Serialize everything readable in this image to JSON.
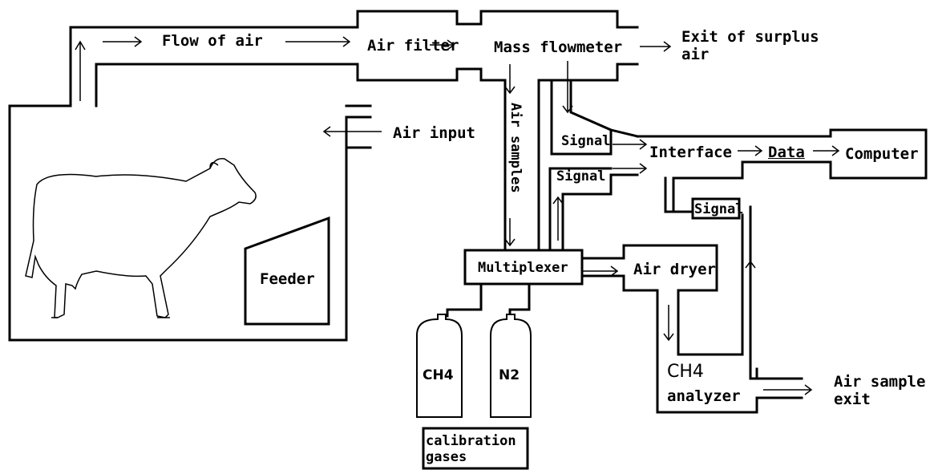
{
  "labels": {
    "flow_of_air": "Flow of air",
    "air_filter": "Air filter",
    "mass_flowmeter": "Mass flowmeter",
    "exit_surplus_1": "Exit of surplus",
    "exit_surplus_2": "air",
    "air_input": "Air input",
    "air_samples": "Air samples",
    "signal_1": "Signal",
    "signal_2": "Signal",
    "signal_3": "Signal",
    "interface": "Interface",
    "data": "Data",
    "computer": "Computer",
    "feeder": "Feeder",
    "multiplexer": "Multiplexer",
    "air_dryer": "Air dryer",
    "ch4_cylinder": "CH4",
    "n2_cylinder": "N2",
    "calibration_1": "calibration",
    "calibration_2": "gases",
    "analyzer_1": "CH4",
    "analyzer_2": "analyzer",
    "air_sample_exit_1": "Air sample",
    "air_sample_exit_2": "exit"
  },
  "colors": {
    "line": "#000000",
    "background": "#ffffff"
  },
  "icons": {
    "cow": "cow-illustration",
    "cylinders": "gas-cylinder"
  }
}
